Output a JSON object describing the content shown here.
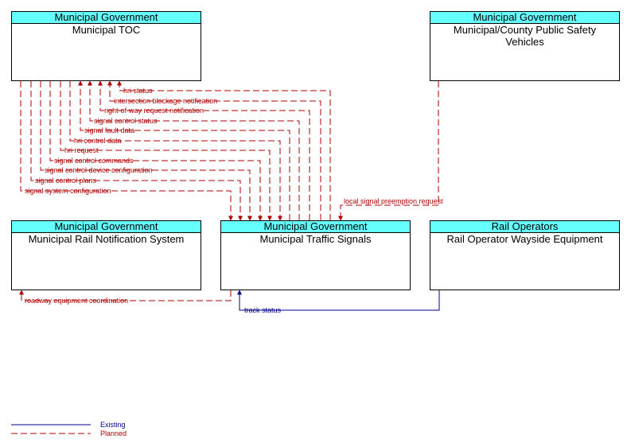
{
  "colors": {
    "header": "#66ffff",
    "planned": "#b00000",
    "existing": "#00008b"
  },
  "boxes": {
    "toc": {
      "owner": "Municipal Government",
      "name": "Municipal TOC"
    },
    "psv": {
      "owner": "Municipal Government",
      "name": "Municipal/County Public Safety Vehicles"
    },
    "rns": {
      "owner": "Municipal Government",
      "name": "Municipal Rail Notification System"
    },
    "signals": {
      "owner": "Municipal Government",
      "name": "Municipal Traffic Signals"
    },
    "wayside": {
      "owner": "Rail Operators",
      "name": "Rail Operator Wayside Equipment"
    }
  },
  "flows": {
    "hri_status": "hri status",
    "intersection_blockage": "intersection blockage notification",
    "row_request": "right-of-way request notification",
    "signal_control_status": "signal control status",
    "signal_fault": "signal fault data",
    "hri_control": "hri control data",
    "hri_request": "hri request",
    "signal_control_commands": "signal control commands",
    "signal_device_config": "signal control device configuration",
    "signal_control_plans": "signal control plans",
    "signal_system_config": "signal system configuration",
    "local_preemption": "local signal preemption request",
    "roadway_coord": "roadway equipment coordination",
    "track_status": "track status"
  },
  "legend": {
    "existing": "Existing",
    "planned": "Planned"
  }
}
